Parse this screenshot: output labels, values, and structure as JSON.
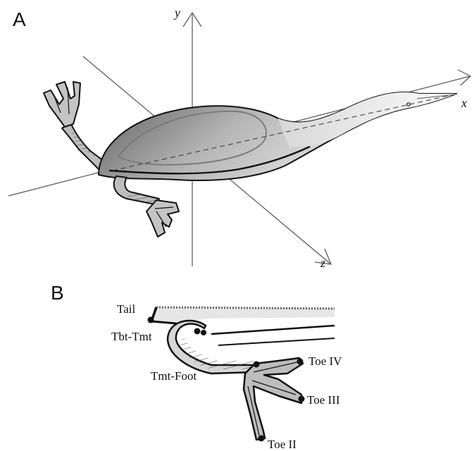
{
  "panels": {
    "a_label": "A",
    "b_label": "B"
  },
  "axes": {
    "x": "x",
    "y": "y",
    "z": "z"
  },
  "markers": {
    "tail": "Tail",
    "tbt_tmt": "Tbt-Tmt",
    "tmt_foot": "Tmt-Foot",
    "toe_iv": "Toe IV",
    "toe_iii": "Toe III",
    "toe_ii": "Toe II"
  },
  "colors": {
    "body_fill_dark": "#6e6e6e",
    "body_fill_light": "#f2f2f2",
    "foot_fill": "#bdbdbd",
    "outline": "#111111",
    "axis": "#555555"
  }
}
